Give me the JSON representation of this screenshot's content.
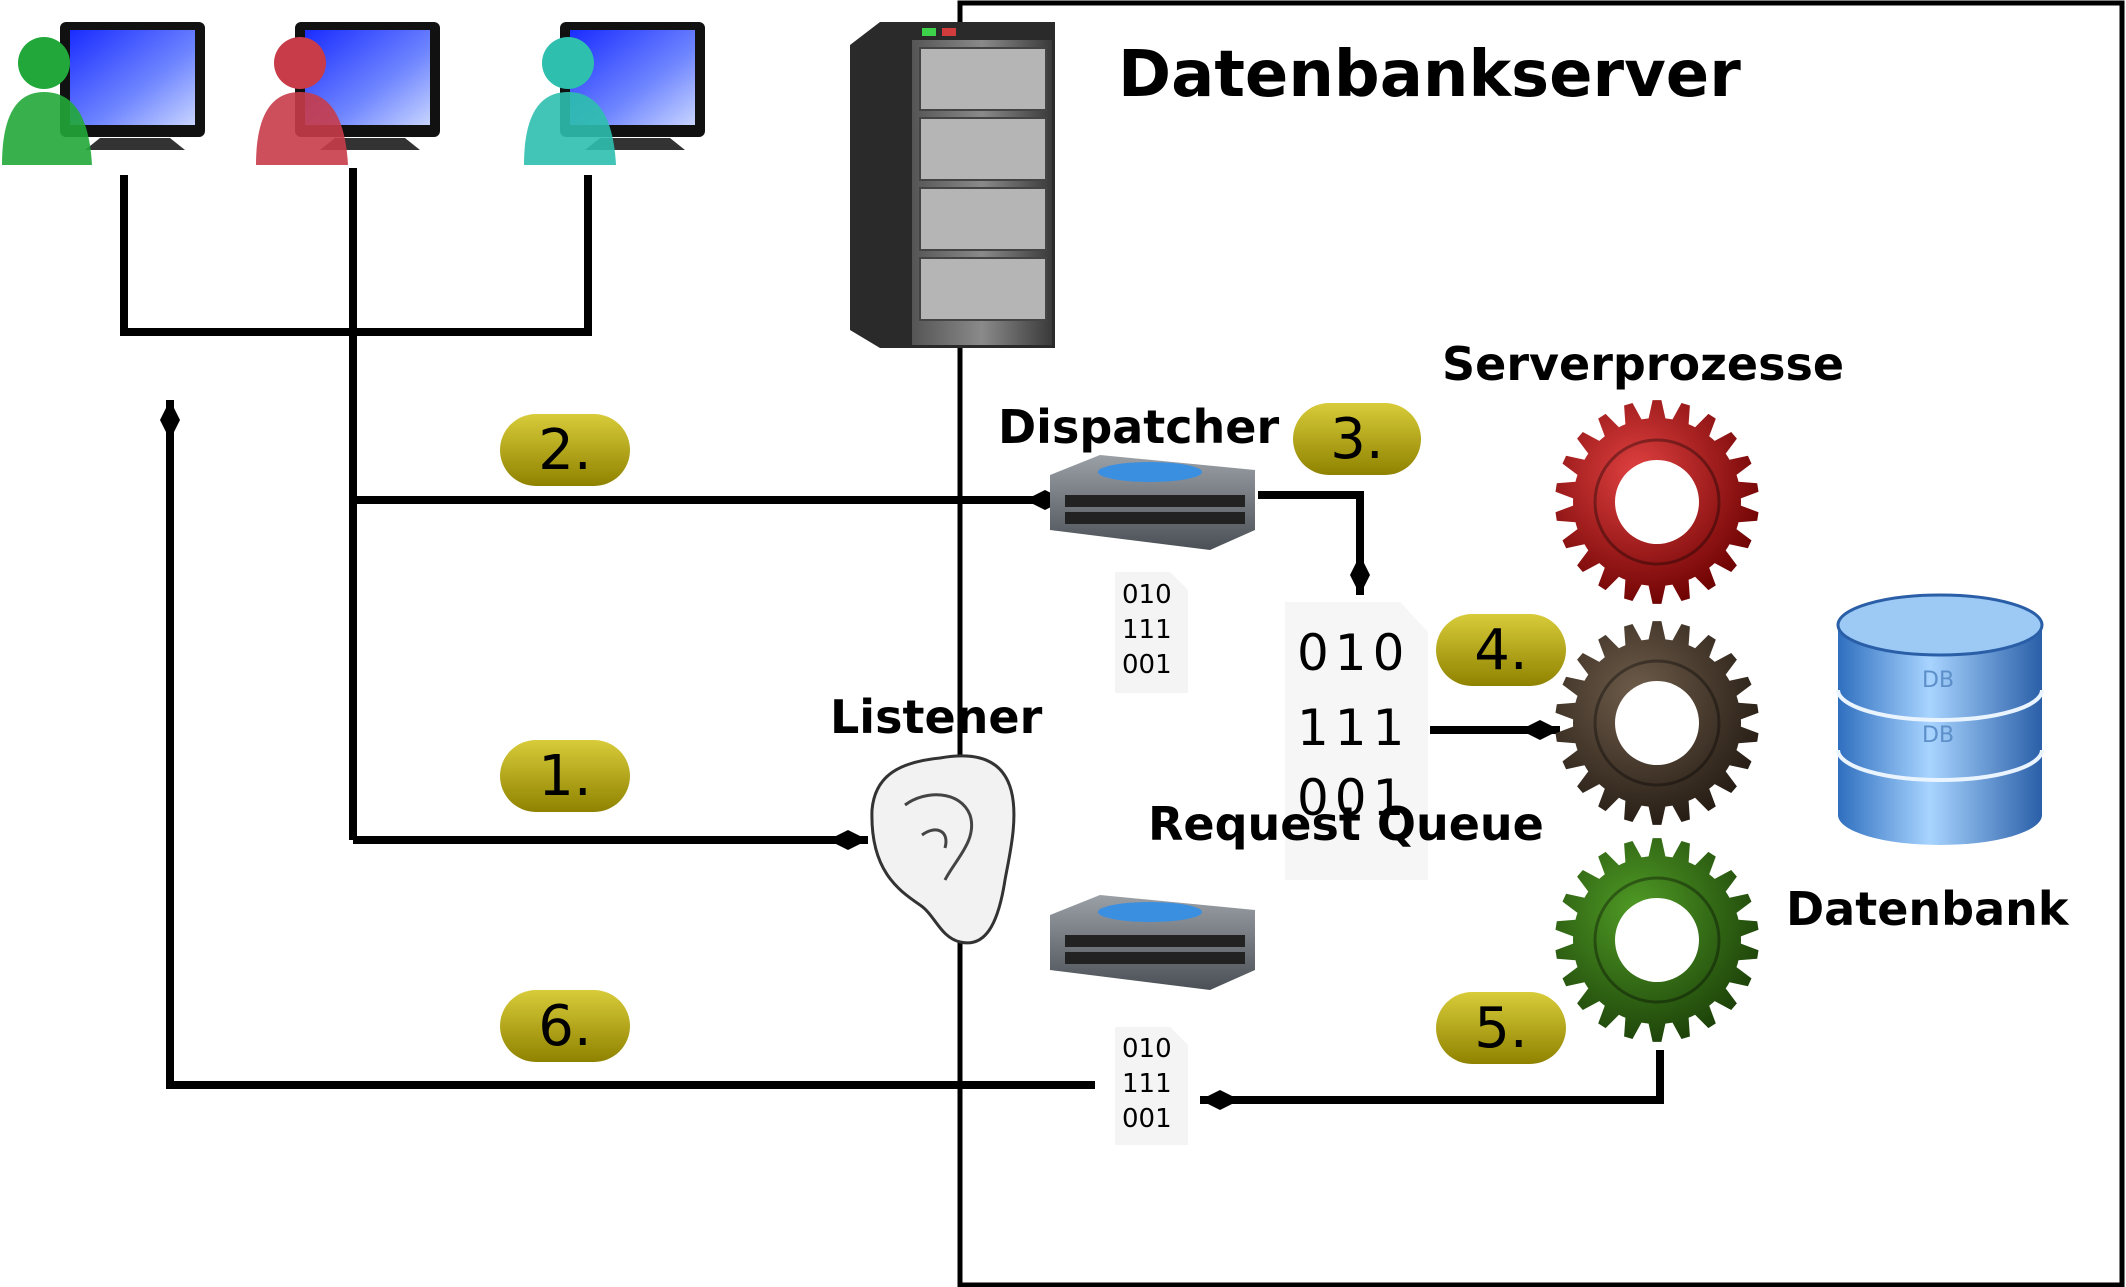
{
  "diagram": {
    "server_box_title": "Datenbankserver",
    "labels": {
      "dispatcher": "Dispatcher",
      "serverprozesse": "Serverprozesse",
      "listener": "Listener",
      "request_queue": "Request Queue",
      "datenbank": "Datenbank"
    },
    "db_icon_text": "DB",
    "steps": [
      "1.",
      "2.",
      "3.",
      "4.",
      "5.",
      "6."
    ],
    "binary_rows": [
      "010",
      "111",
      "001"
    ],
    "colors": {
      "step_badge": "#b3a400",
      "gear_red": "#8b0000",
      "gear_brown": "#3d3025",
      "gear_green": "#2e5f12",
      "user_green": "#22a83a",
      "user_red": "#c83c4a",
      "user_teal": "#2ebfae",
      "monitor_screen": "#3a5cff",
      "db_blue": "#4a8fd8"
    }
  }
}
